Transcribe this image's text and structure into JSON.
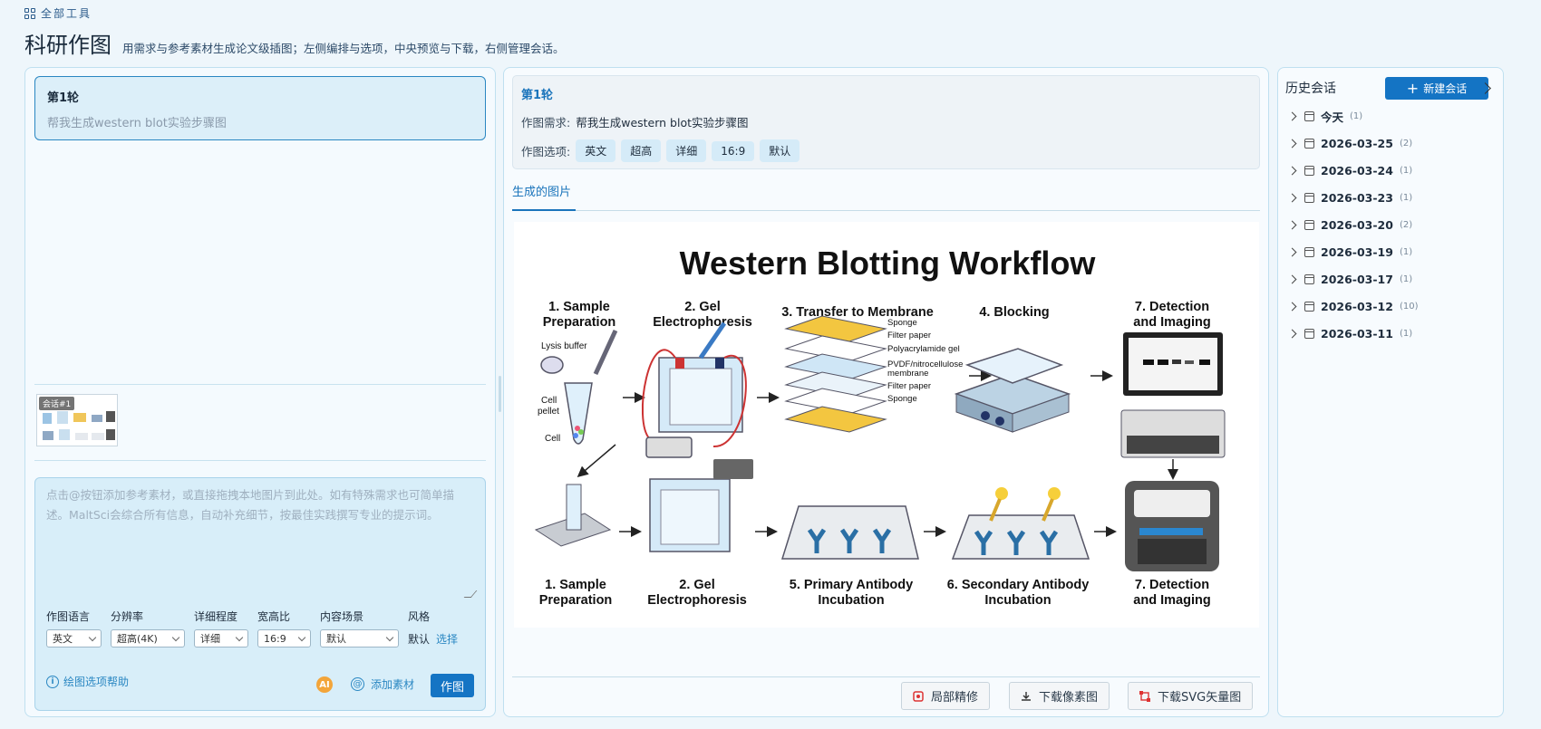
{
  "top": {
    "all_tools": "全部工具",
    "title": "科研作图",
    "subtitle": "用需求与参考素材生成论文级插图；左侧编排与选项，中央预览与下载，右侧管理会话。"
  },
  "left": {
    "round_title": "第1轮",
    "round_prompt": "帮我生成western blot实验步骤图",
    "thumb_badge": "会话#1",
    "input_placeholder": "点击@按钮添加参考素材，或直接拖拽本地图片到此处。如有特殊需求也可简单描述。MaltSci会综合所有信息，自动补充细节，按最佳实践撰写专业的提示词。",
    "options": [
      {
        "label": "作图语言",
        "value": "英文"
      },
      {
        "label": "分辨率",
        "value": "超高(4K)"
      },
      {
        "label": "详细程度",
        "value": "详细"
      },
      {
        "label": "宽高比",
        "value": "16:9"
      },
      {
        "label": "内容场景",
        "value": "默认"
      }
    ],
    "style_label": "风格",
    "style_value": "默认",
    "style_link": "选择",
    "help_text": "绘图选项帮助",
    "ai_badge": "AI",
    "add_material": "添加素材",
    "draw_button": "作图"
  },
  "mid": {
    "round_title": "第1轮",
    "req_label": "作图需求:",
    "req_value": "帮我生成western blot实验步骤图",
    "opt_label": "作图选项:",
    "chips": [
      "英文",
      "超高",
      "详细",
      "16:9",
      "默认"
    ],
    "tab": "生成的图片",
    "buttons": {
      "refine": "局部精修",
      "download_px": "下载像素图",
      "download_svg": "下载SVG矢量图"
    },
    "figure": {
      "title": "Western Blotting Workflow",
      "top_steps": [
        [
          "1. Sample",
          "Preparation"
        ],
        [
          "2. Gel",
          "Electrophoresis"
        ],
        [
          "3. Transfer to Membrane",
          ""
        ],
        [
          "4. Blocking",
          ""
        ],
        [
          "7. Detection",
          "and Imaging"
        ]
      ],
      "bottom_steps": [
        [
          "1. Sample",
          "Preparation"
        ],
        [
          "2. Gel",
          "Electrophoresis"
        ],
        [
          "5. Primary Antibody",
          "Incubation"
        ],
        [
          "6. Secondary Antibody",
          "Incubation"
        ],
        [
          "7. Detection",
          "and Imaging"
        ]
      ],
      "sample_labels": [
        "Lysis buffer",
        "Cell",
        "pellet",
        "Cell"
      ],
      "stack_labels": [
        "Sponge",
        "Filter paper",
        "Polyacrylamide gel",
        "PVDF/nitrocellulose",
        "membrane",
        "Filter paper",
        "Sponge"
      ]
    }
  },
  "right": {
    "title": "历史会话",
    "new_button": "新建会话",
    "history": [
      {
        "date": "今天",
        "count": "(1)"
      },
      {
        "date": "2026-03-25",
        "count": "(2)"
      },
      {
        "date": "2026-03-24",
        "count": "(1)"
      },
      {
        "date": "2026-03-23",
        "count": "(1)"
      },
      {
        "date": "2026-03-20",
        "count": "(2)"
      },
      {
        "date": "2026-03-19",
        "count": "(1)"
      },
      {
        "date": "2026-03-17",
        "count": "(1)"
      },
      {
        "date": "2026-03-12",
        "count": "(10)"
      },
      {
        "date": "2026-03-11",
        "count": "(1)"
      }
    ]
  }
}
